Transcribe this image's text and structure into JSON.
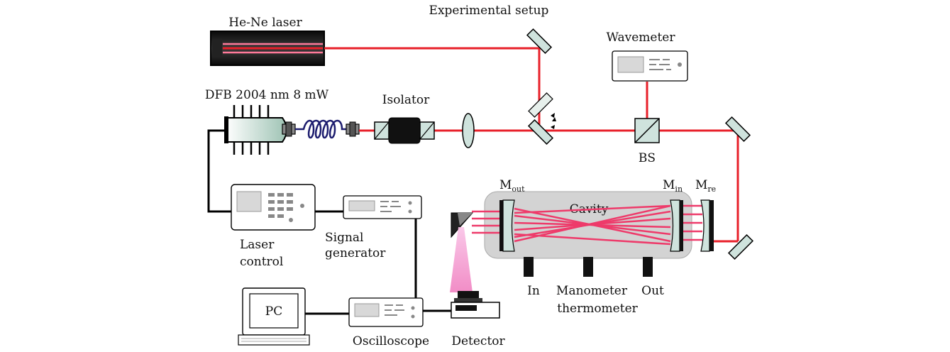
{
  "title": "Experimental setup",
  "labels": {
    "hene_laser": "He-Ne laser",
    "wavemeter": "Wavemeter",
    "dfb_laser": "DFB 2004 nm 8 mW",
    "isolator": "Isolator",
    "bs": "BS",
    "cavity": "Cavity",
    "m_out_base": "M",
    "m_out_sub": "out",
    "m_in_base": "M",
    "m_in_sub": "in",
    "m_re_base": "M",
    "m_re_sub": "re",
    "laser_control_line1": "Laser",
    "laser_control_line2": "control",
    "signal_generator_line1": "Signal",
    "signal_generator_line2": "generator",
    "in_port": "In",
    "manometer_line1": "Manometer",
    "manometer_line2": "thermometer",
    "out_port": "Out",
    "pc": "PC",
    "oscilloscope": "Oscilloscope",
    "detector": "Detector"
  },
  "colors": {
    "laser_beam": "#e8202a",
    "cavity_beam": "#ee3a6a",
    "cavity_body": "#d3d3d3",
    "optic_fill": "#cfe3dd",
    "fiber": "#1c1c6e",
    "detector_beam": "#f080c0"
  }
}
